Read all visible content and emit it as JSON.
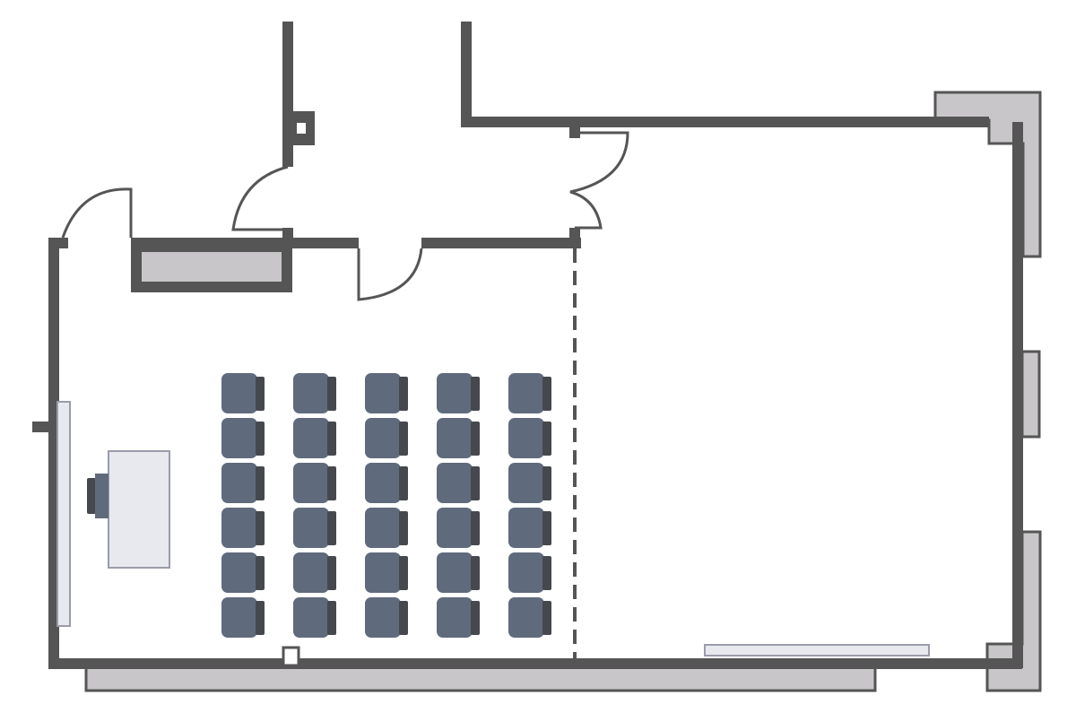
{
  "diagram": {
    "type": "floor-plan",
    "colors": {
      "wall": "#555555",
      "panel": "#c8c6c8",
      "panel_stroke": "#555555",
      "chair": "#5f6b7c",
      "chair_back": "#45484d",
      "desk_fill": "#e8e9ee",
      "desk_stroke": "#9a9cab",
      "board_fill": "#e8e9ee",
      "board_stroke": "#9a9cab",
      "background": "#ffffff"
    },
    "seating": {
      "columns": 5,
      "rows": 6
    },
    "items": {
      "chair": "chair-icon",
      "desk": "desk-icon",
      "door": "door-icon",
      "whiteboard": "whiteboard-icon"
    }
  }
}
